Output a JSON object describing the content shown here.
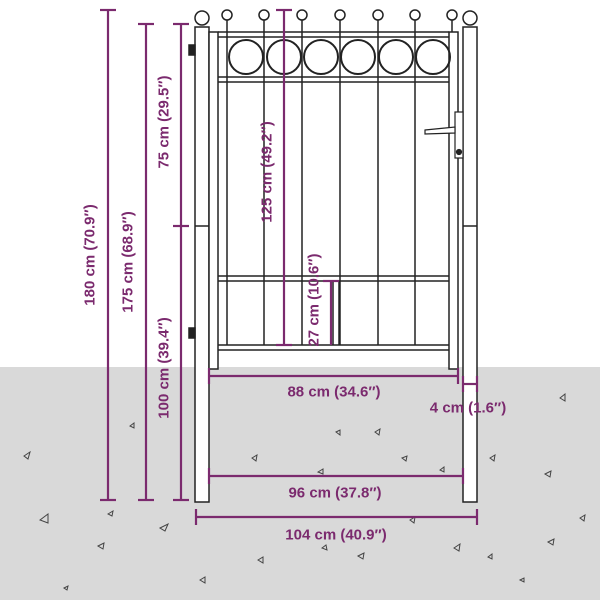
{
  "colors": {
    "dimension": "#7b2a6e",
    "gate": "#222222",
    "ground": "#d9d9d9"
  },
  "dimensions": {
    "height_total": "180 cm (70.9″)",
    "height_gate": "175 cm (68.9″)",
    "height_top_section": "75 cm (29.5″)",
    "height_bottom_section": "100 cm (39.4″)",
    "height_bars": "125 cm (49.2″)",
    "height_lower_panel": "27 cm (10.6″)",
    "width_gate": "88 cm (34.6″)",
    "width_post": "4 cm (1.6″)",
    "width_inner": "96 cm (37.8″)",
    "width_total": "104 cm (40.9″)"
  }
}
